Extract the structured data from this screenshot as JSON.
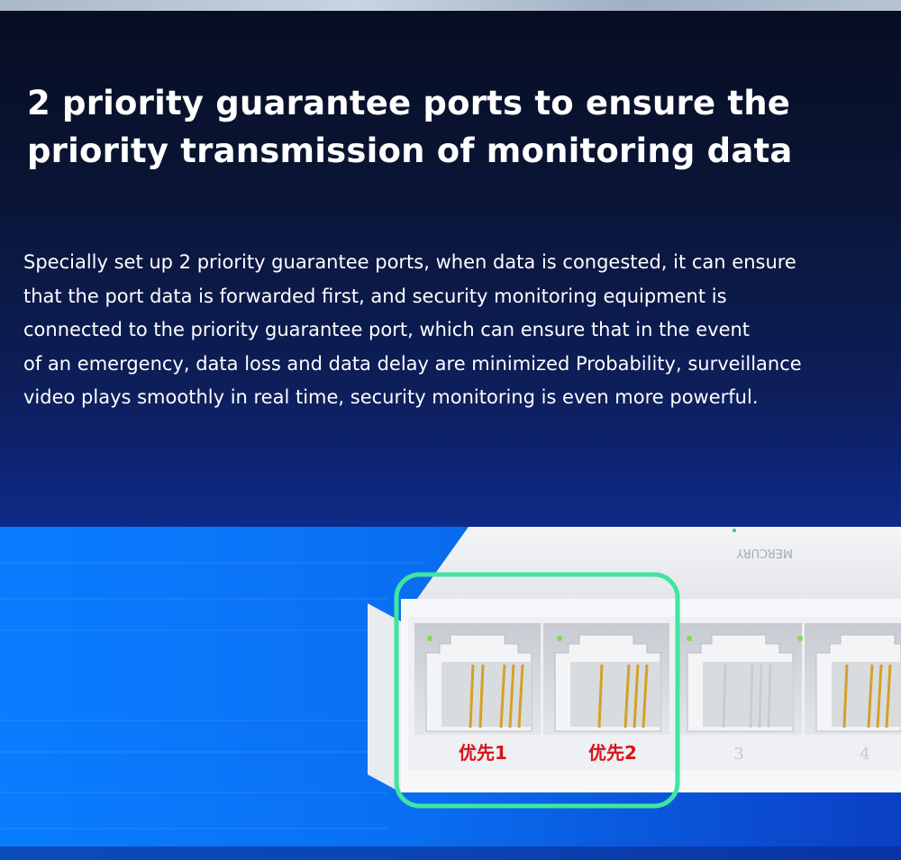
{
  "headline": "2 priority guarantee ports to ensure the priority transmission of monitoring data",
  "body_lines": [
    "Specially set up 2 priority guarantee ports, when data is congested, it can ensure",
    "that the port data is forwarded first, and security monitoring equipment is",
    "connected to the priority guarantee port, which can ensure that in the event",
    "of an emergency, data loss and data delay are minimized Probability, surveillance",
    "video plays smoothly in real time, security monitoring is even more powerful."
  ],
  "switch": {
    "brand_mark": "MERCURY",
    "port_labels": [
      "优先1",
      "优先2",
      "3",
      "4"
    ]
  },
  "colors": {
    "highlight": "#3fe6a0",
    "priority_label": "#d7141a",
    "cable": "#1f7cff"
  }
}
